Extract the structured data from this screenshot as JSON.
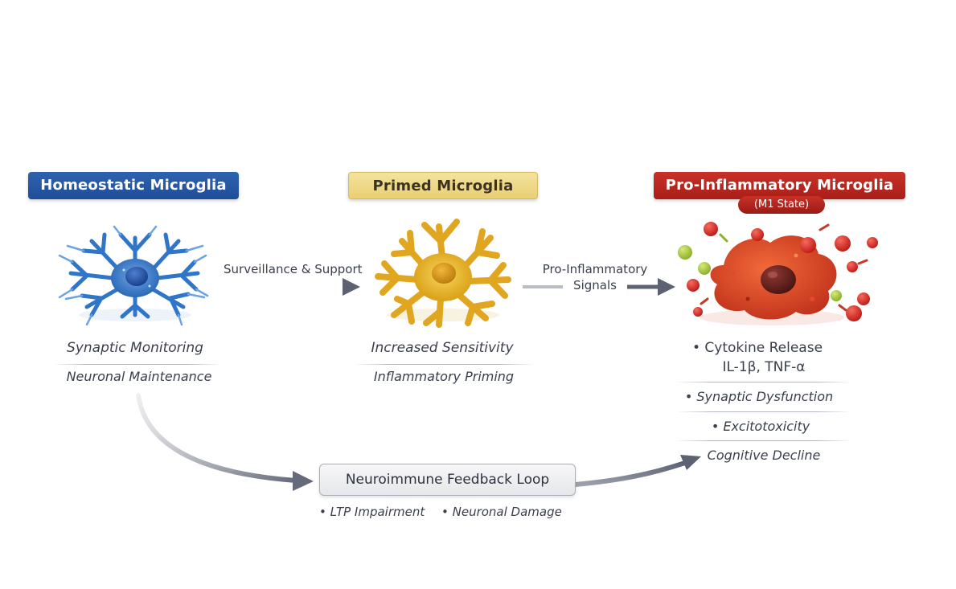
{
  "stages": {
    "homeostatic": {
      "title": "Homeostatic Microglia",
      "roles": [
        "Synaptic Monitoring",
        "Neuronal Maintenance"
      ]
    },
    "primed": {
      "title": "Primed Microglia",
      "roles": [
        "Increased Sensitivity",
        "Inflammatory Priming"
      ]
    },
    "proinflammatory": {
      "title": "Pro-Inflammatory Microglia",
      "subtitle": "(M1 State)",
      "effects": [
        "• Cytokine Release",
        "IL-1β, TNF-α",
        "• Synaptic Dysfunction",
        "• Excitotoxicity",
        "Cognitive Decline"
      ]
    }
  },
  "transitions": {
    "homeostatic_to_primed": "Surveillance & Support",
    "primed_to_proinflammatory_line1": "Pro-Inflammatory",
    "primed_to_proinflammatory_line2": "Signals"
  },
  "feedback": {
    "title": "Neuroimmune Feedback Loop",
    "consequences": [
      "• LTP Impairment",
      "• Neuronal Damage"
    ]
  },
  "colors": {
    "homeostatic": "#2e63b0",
    "primed": "#e9cf72",
    "proinflammatory": "#c93127"
  },
  "icons": {
    "homeostatic_cell": "ramified-microglia-icon",
    "primed_cell": "primed-microglia-icon",
    "activated_cell": "activated-microglia-icon"
  }
}
